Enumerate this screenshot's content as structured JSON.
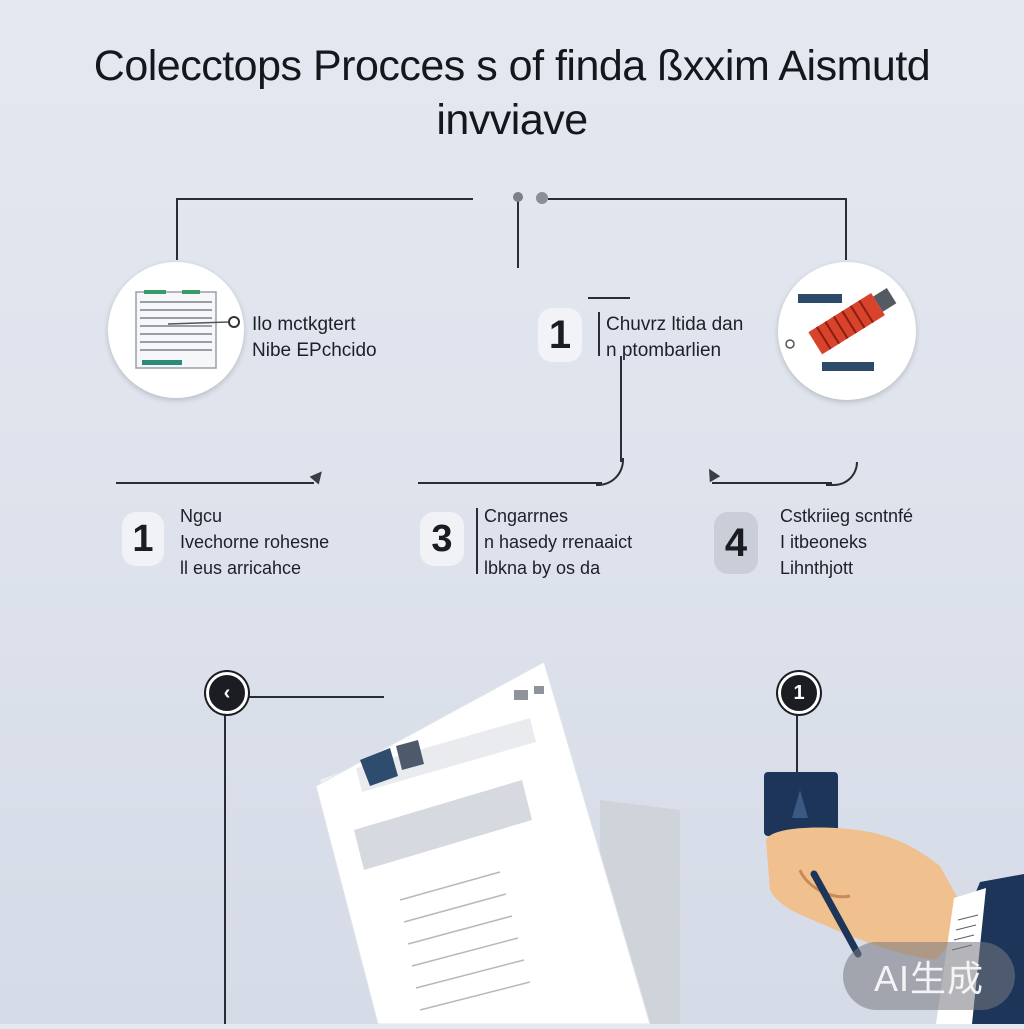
{
  "title": {
    "line1": "Colecctops Procces s of finda ßxxim Aismutd",
    "line2": "invviave"
  },
  "steps_top": [
    {
      "num": "",
      "lines": [
        "Ilo mctkgtert",
        "Nibe EPchcido"
      ]
    },
    {
      "num": "1",
      "lines": [
        "Chuvrz ltida dan",
        "n ptombarlien"
      ]
    }
  ],
  "steps_mid": [
    {
      "num": "1",
      "lines": [
        "Ngcu",
        "Ivechorne rohesne",
        "ll eus arricahce"
      ]
    },
    {
      "num": "3",
      "lines": [
        "Cngarrnes",
        "n hasedy rrenaaict",
        "lbkna by os da"
      ]
    },
    {
      "num": "4",
      "lines": [
        "Cstkriieg scntnfé",
        "I itbeoneks",
        "Lihnthjott"
      ]
    }
  ],
  "nodes": {
    "left": "‹",
    "right": "1"
  },
  "badge": "AI生成",
  "colors": {
    "background": "#dde2ec",
    "line": "#2a2d35",
    "accent_navy": "#1c3558",
    "accent_red": "#d9422b",
    "skin": "#f0c08f"
  },
  "icons": [
    "document-list-icon",
    "tool-pencil-icon",
    "paper-document-icon",
    "hand-holding-card-icon"
  ]
}
